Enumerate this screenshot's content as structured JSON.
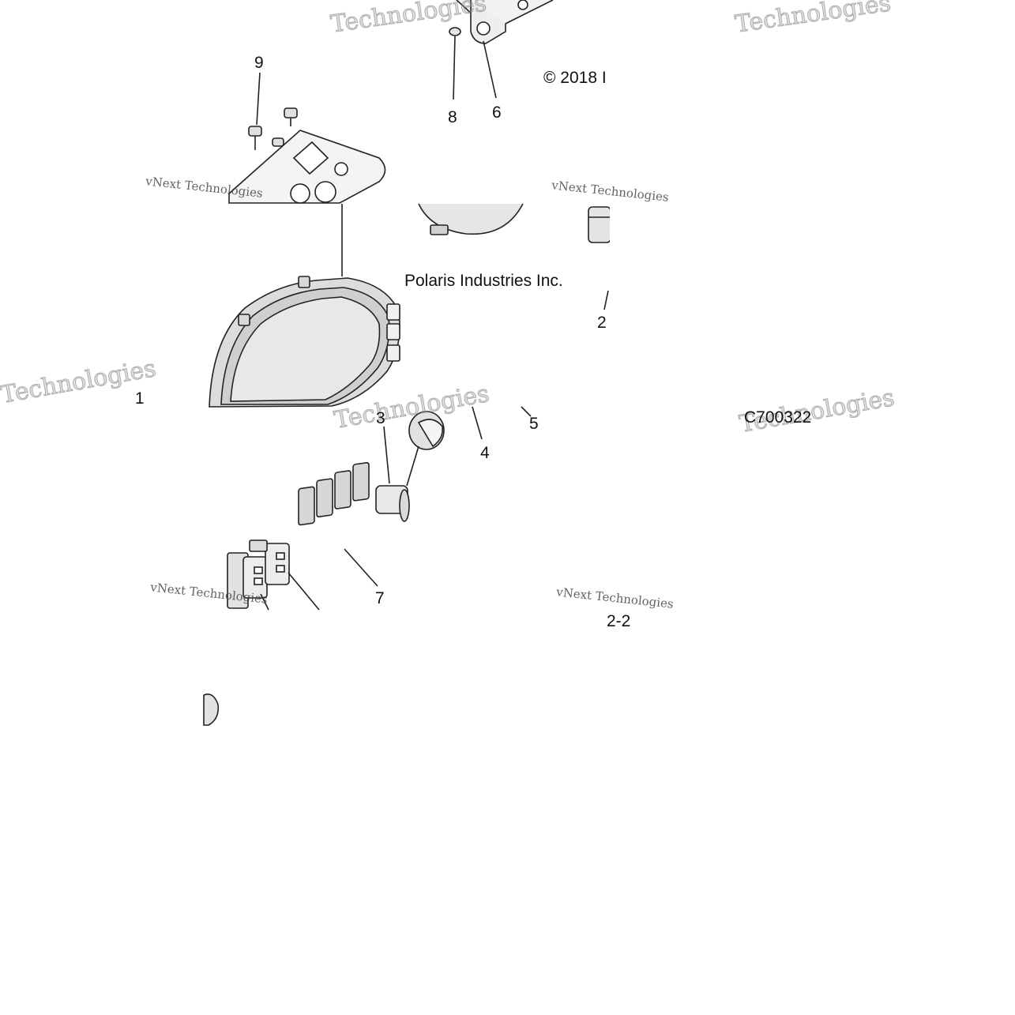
{
  "callouts": {
    "c1": "1",
    "c2": "2",
    "c3": "3",
    "c4": "4",
    "c5": "5",
    "c6": "6",
    "c7": "7",
    "c8": "8",
    "c9": "9",
    "c22": "2-2"
  },
  "notes": {
    "copyright": "© 2018 I",
    "company": "Polaris Industries Inc.",
    "diagram_code": "C700322"
  },
  "watermark": {
    "brand_a": "vNext",
    "brand_b": "Technologies",
    "full": "vNext Technologies"
  },
  "colors": {
    "line": "#222222",
    "part_fill": "#dcdcdc",
    "part_fill_light": "#ececec"
  }
}
